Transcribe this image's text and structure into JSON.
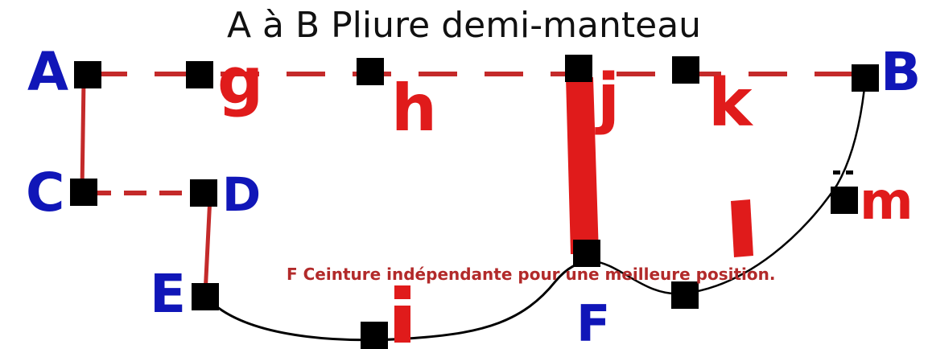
{
  "title": "A à B Pliure demi-manteau",
  "caption": "F Ceinture indépendante pour une meilleure position.",
  "colors": {
    "blue": "#1016b8",
    "red": "#e01b1b",
    "dashed_red": "#c42a2a",
    "dark_red": "#b22a2a",
    "black": "#000000"
  },
  "points": {
    "A": "A",
    "B": "B",
    "C": "C",
    "D": "D",
    "E": "E",
    "F": "F"
  },
  "markers": {
    "g": "g",
    "h": "h",
    "i": "i",
    "j": "j",
    "k": "k",
    "l": "l",
    "m": "m"
  }
}
